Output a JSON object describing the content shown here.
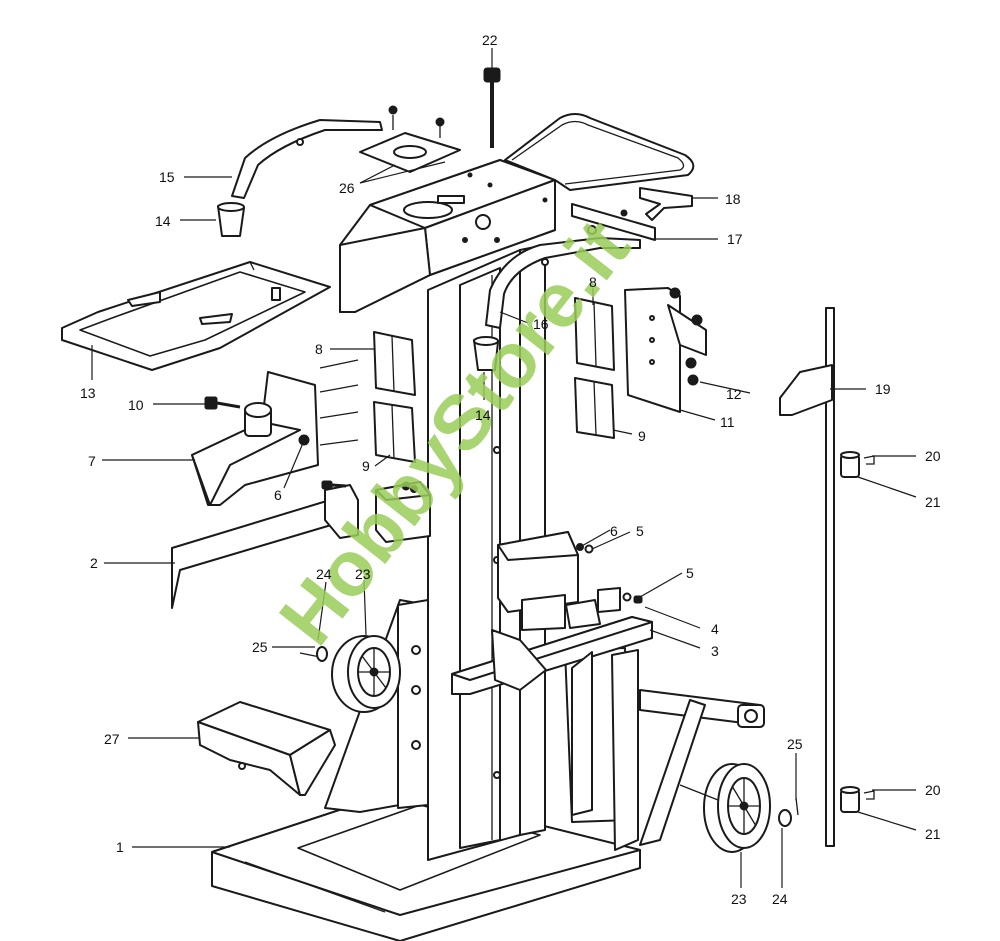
{
  "title": "Exploded parts diagram - log splitter",
  "watermark": "HobbyStore.it",
  "colors": {
    "line": "#1a1a1a",
    "watermark": "#9acd5a",
    "background": "#ffffff"
  },
  "labels": {
    "l1": "1",
    "l2": "2",
    "l3": "3",
    "l4": "4",
    "l5a": "5",
    "l5b": "5",
    "l6a": "6",
    "l6b": "6",
    "l7": "7",
    "l8a": "8",
    "l8b": "8",
    "l9a": "9",
    "l9b": "9",
    "l10": "10",
    "l11": "11",
    "l12": "12",
    "l13": "13",
    "l14a": "14",
    "l14b": "14",
    "l15": "15",
    "l16": "16",
    "l17": "17",
    "l18": "18",
    "l19": "19",
    "l20a": "20",
    "l20b": "20",
    "l21a": "21",
    "l21b": "21",
    "l22": "22",
    "l23a": "23",
    "l23b": "23",
    "l24a": "24",
    "l24b": "24",
    "l25a": "25",
    "l25b": "25",
    "l26": "26",
    "l27": "27"
  }
}
